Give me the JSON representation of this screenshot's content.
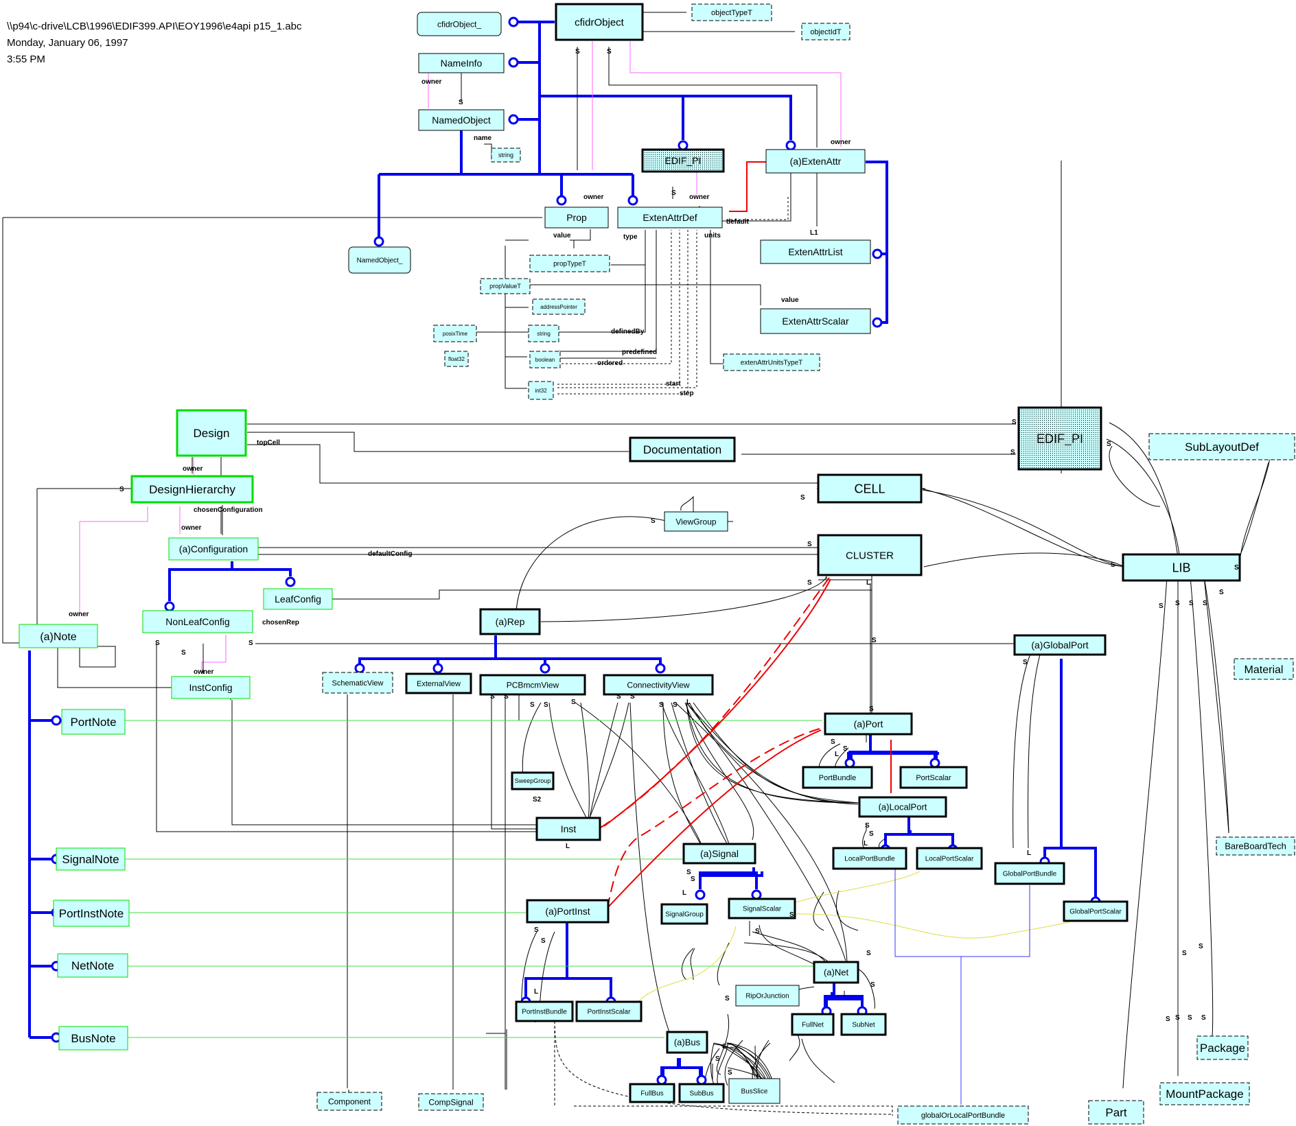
{
  "header": {
    "path": "\\\\p94\\c-drive\\LCB\\1996\\EDIF399.API\\EOY1996\\e4api p15_1.abc",
    "date": "Monday, January 06, 1997",
    "time": "3:55 PM"
  },
  "colors": {
    "box_fill": "#ccffff",
    "blue": "#0000ee",
    "green_border": "#00dd00",
    "magenta": "#ff66ff",
    "red": "#ee0000",
    "yellow": "#dddd44"
  },
  "nodes": {
    "cfidrObject_": "cfidrObject_",
    "cfidrObject": "cfidrObject",
    "objectTypeT": "objectTypeT",
    "objectIdT": "objectIdT",
    "NameInfo": "NameInfo",
    "NamedObject": "NamedObject",
    "string1": "string",
    "EDIF_PI_top": "EDIF_PI",
    "ExtenAttr": "(a)ExtenAttr",
    "Prop": "Prop",
    "ExtenAttrDef": "ExtenAttrDef",
    "NamedObject_": "NamedObject_",
    "propTypeT": "propTypeT",
    "ExtenAttrList": "ExtenAttrList",
    "propValueT": "propValueT",
    "addressPointer": "addressPointer",
    "ExtenAttrScalar": "ExtenAttrScalar",
    "posixTime": "posixTime",
    "string2": "string",
    "float32": "float32",
    "boolean": "boolean",
    "extenAttrUnitsTypeT": "extenAttrUnitsTypeT",
    "int32": "int32",
    "Design": "Design",
    "EDIF_PI_mid": "EDIF_PI",
    "Documentation": "Documentation",
    "SubLayoutDef": "SubLayoutDef",
    "DesignHierarchy": "DesignHierarchy",
    "CELL": "CELL",
    "ViewGroup": "ViewGroup",
    "Configuration": "(a)Configuration",
    "CLUSTER": "CLUSTER",
    "LIB": "LIB",
    "LeafConfig": "LeafConfig",
    "NonLeafConfig": "NonLeafConfig",
    "Rep": "(a)Rep",
    "Note": "(a)Note",
    "GlobalPort": "(a)GlobalPort",
    "Material": "Material",
    "SchematicView": "SchematicView",
    "ExternalView": "ExternalView",
    "PCBmcmView": "PCBmcmView",
    "ConnectivityView": "ConnectivityView",
    "InstConfig": "InstConfig",
    "PortNote": "PortNote",
    "Port": "(a)Port",
    "PortBundle": "PortBundle",
    "PortScalar": "PortScalar",
    "SweepGroup": "SweepGroup",
    "LocalPort": "(a)LocalPort",
    "Inst": "Inst",
    "LocalPortBundle": "LocalPortBundle",
    "LocalPortScalar": "LocalPortScalar",
    "BareBoardTech": "BareBoardTech",
    "Signal": "(a)Signal",
    "GlobalPortBundle": "GlobalPortBundle",
    "SignalNote": "SignalNote",
    "PortInstNote": "PortInstNote",
    "PortInst": "(a)PortInst",
    "SignalGroup": "SignalGroup",
    "SignalScalar": "SignalScalar",
    "GlobalPortScalar": "GlobalPortScalar",
    "NetNote": "NetNote",
    "Net": "(a)Net",
    "RipOrJunction": "RipOrJunction",
    "PortInstBundle": "PortInstBundle",
    "PortInstScalar": "PortInstScalar",
    "FullNet": "FullNet",
    "SubNet": "SubNet",
    "BusNote": "BusNote",
    "Bus": "(a)Bus",
    "Package": "Package",
    "FullBus": "FullBus",
    "SubBus": "SubBus",
    "BusSlice": "BusSlice",
    "MountPackage": "MountPackage",
    "Component": "Component",
    "CompSignal": "CompSignal",
    "Part": "Part",
    "globalOrLocalPortBundle": "globalOrLocalPortBundle"
  },
  "labels": {
    "s": "S",
    "l": "L",
    "l1": "L1",
    "s2": "S2",
    "owner": "owner",
    "name": "name",
    "value": "value",
    "type": "type",
    "units": "units",
    "default": "default",
    "definedBy": "definedBy",
    "predefined": "predefined",
    "ordered": "ordered",
    "start": "start",
    "step": "step",
    "topCell": "topCell",
    "chosenConfiguration": "chosenConfiguration",
    "defaultConfig": "defaultConfig",
    "chosenRep": "chosenRep"
  }
}
